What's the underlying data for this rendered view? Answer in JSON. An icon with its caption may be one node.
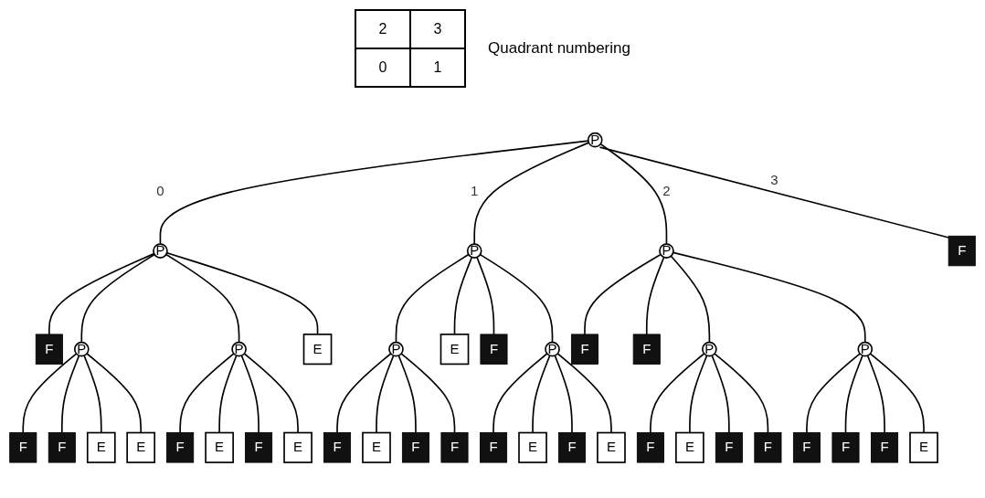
{
  "diagram": {
    "nodes": [
      {
        "text": [
          "P"
        ]
      },
      {
        "text": [
          "P"
        ]
      },
      {
        "text": [
          "P"
        ]
      },
      {
        "text": [
          "P"
        ]
      },
      {
        "text": [
          "F"
        ]
      },
      {
        "text": [
          "F"
        ]
      },
      {
        "text": [
          "P"
        ]
      },
      {
        "text": [
          "P"
        ]
      },
      {
        "text": [
          "E"
        ]
      },
      {
        "text": [
          "P"
        ]
      },
      {
        "text": [
          "E"
        ]
      },
      {
        "text": [
          "F"
        ]
      },
      {
        "text": [
          "P"
        ]
      },
      {
        "text": [
          "F"
        ]
      },
      {
        "text": [
          "F"
        ]
      },
      {
        "text": [
          "P"
        ]
      },
      {
        "text": [
          "P"
        ]
      },
      {
        "text": [
          "F"
        ]
      },
      {
        "text": [
          "F"
        ]
      },
      {
        "text": [
          "E"
        ]
      },
      {
        "text": [
          "E"
        ]
      },
      {
        "text": [
          "F"
        ]
      },
      {
        "text": [
          "E"
        ]
      },
      {
        "text": [
          "F"
        ]
      },
      {
        "text": [
          "E"
        ]
      },
      {
        "text": [
          "F"
        ]
      },
      {
        "text": [
          "E"
        ]
      },
      {
        "text": [
          "F"
        ]
      },
      {
        "text": [
          "F"
        ]
      },
      {
        "text": [
          "F"
        ]
      },
      {
        "text": [
          "E"
        ]
      },
      {
        "text": [
          "F"
        ]
      },
      {
        "text": [
          "E"
        ]
      },
      {
        "text": [
          "F"
        ]
      },
      {
        "text": [
          "E"
        ]
      },
      {
        "text": [
          "F"
        ]
      },
      {
        "text": [
          "F"
        ]
      },
      {
        "text": [
          "F"
        ]
      },
      {
        "text": [
          "F"
        ]
      },
      {
        "text": [
          "F"
        ]
      },
      {
        "text": [
          "E"
        ]
      }
    ],
    "edges": [
      {
        "from": 0,
        "to": 1,
        "arrow": "none",
        "label": "0"
      },
      {
        "from": 0,
        "to": 2,
        "arrow": "none",
        "label": "1"
      },
      {
        "from": 0,
        "to": 3,
        "arrow": "none",
        "label": "2"
      },
      {
        "from": 0,
        "to": 4,
        "arrow": "none",
        "label": "3"
      },
      {
        "from": 1,
        "to": 5,
        "arrow": "none"
      },
      {
        "from": 1,
        "to": 6,
        "arrow": "none"
      },
      {
        "from": 1,
        "to": 7,
        "arrow": "none"
      },
      {
        "from": 1,
        "to": 8,
        "arrow": "none"
      },
      {
        "from": 2,
        "to": 9,
        "arrow": "none"
      },
      {
        "from": 2,
        "to": 10,
        "arrow": "none"
      },
      {
        "from": 2,
        "to": 11,
        "arrow": "none"
      },
      {
        "from": 2,
        "to": 12,
        "arrow": "none"
      },
      {
        "from": 3,
        "to": 13,
        "arrow": "none"
      },
      {
        "from": 3,
        "to": 14,
        "arrow": "none"
      },
      {
        "from": 3,
        "to": 15,
        "arrow": "none"
      },
      {
        "from": 3,
        "to": 16,
        "arrow": "none"
      },
      {
        "from": 6,
        "to": 17,
        "arrow": "none"
      },
      {
        "from": 6,
        "to": 18,
        "arrow": "none"
      },
      {
        "from": 6,
        "to": 19,
        "arrow": "none"
      },
      {
        "from": 6,
        "to": 20,
        "arrow": "none"
      },
      {
        "from": 7,
        "to": 21,
        "arrow": "none"
      },
      {
        "from": 7,
        "to": 22,
        "arrow": "none"
      },
      {
        "from": 7,
        "to": 23,
        "arrow": "none"
      },
      {
        "from": 7,
        "to": 24,
        "arrow": "none"
      },
      {
        "from": 9,
        "to": 25,
        "arrow": "none"
      },
      {
        "from": 9,
        "to": 26,
        "arrow": "none"
      },
      {
        "from": 9,
        "to": 27,
        "arrow": "none"
      },
      {
        "from": 9,
        "to": 28,
        "arrow": "none"
      },
      {
        "from": 12,
        "to": 29,
        "arrow": "none"
      },
      {
        "from": 12,
        "to": 30,
        "arrow": "none"
      },
      {
        "from": 12,
        "to": 31,
        "arrow": "none"
      },
      {
        "from": 12,
        "to": 32,
        "arrow": "none"
      },
      {
        "from": 15,
        "to": 33,
        "arrow": "none"
      },
      {
        "from": 15,
        "to": 34,
        "arrow": "none"
      },
      {
        "from": 15,
        "to": 35,
        "arrow": "none"
      },
      {
        "from": 15,
        "to": 36,
        "arrow": "none"
      },
      {
        "from": 16,
        "to": 37,
        "arrow": "none"
      },
      {
        "from": 16,
        "to": 38,
        "arrow": "none"
      },
      {
        "from": 16,
        "to": 39,
        "arrow": "none"
      },
      {
        "from": 16,
        "to": 40,
        "arrow": "none"
      }
    ],
    "labels": [
      "2",
      "3",
      "0",
      "1",
      "Quadrant numbering"
    ]
  }
}
